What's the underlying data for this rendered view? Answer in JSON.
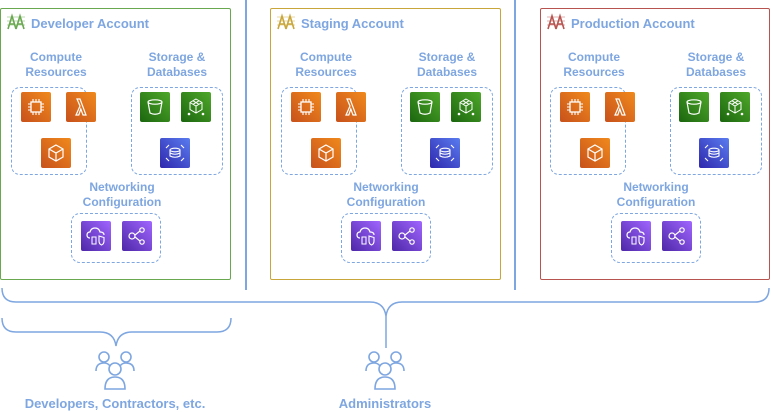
{
  "accounts": [
    {
      "title": "Developer Account",
      "accent": "#6aa84f"
    },
    {
      "title": "Staging Account",
      "accent": "#c9a63a"
    },
    {
      "title": "Production Account",
      "accent": "#b85450"
    }
  ],
  "groups": {
    "compute": "Compute\nResources",
    "storage": "Storage &\nDatabases",
    "network": "Networking\nConfiguration"
  },
  "services": {
    "compute": [
      "ec2-icon",
      "lambda-icon",
      "container-icon"
    ],
    "storage": [
      "s3-bucket-icon",
      "snowball-icon",
      "dynamodb-icon"
    ],
    "network": [
      "vpc-gateway-icon",
      "transit-gateway-icon"
    ]
  },
  "personas": [
    {
      "label": "Developers, Contractors, etc.",
      "icon": "user-group-icon"
    },
    {
      "label": "Administrators",
      "icon": "user-group-icon"
    }
  ],
  "colors": {
    "line": "#7ea6e0",
    "compute": "#ed7100",
    "storage": "#3f8624",
    "database": "#4052d6",
    "network": "#8c4fff"
  }
}
